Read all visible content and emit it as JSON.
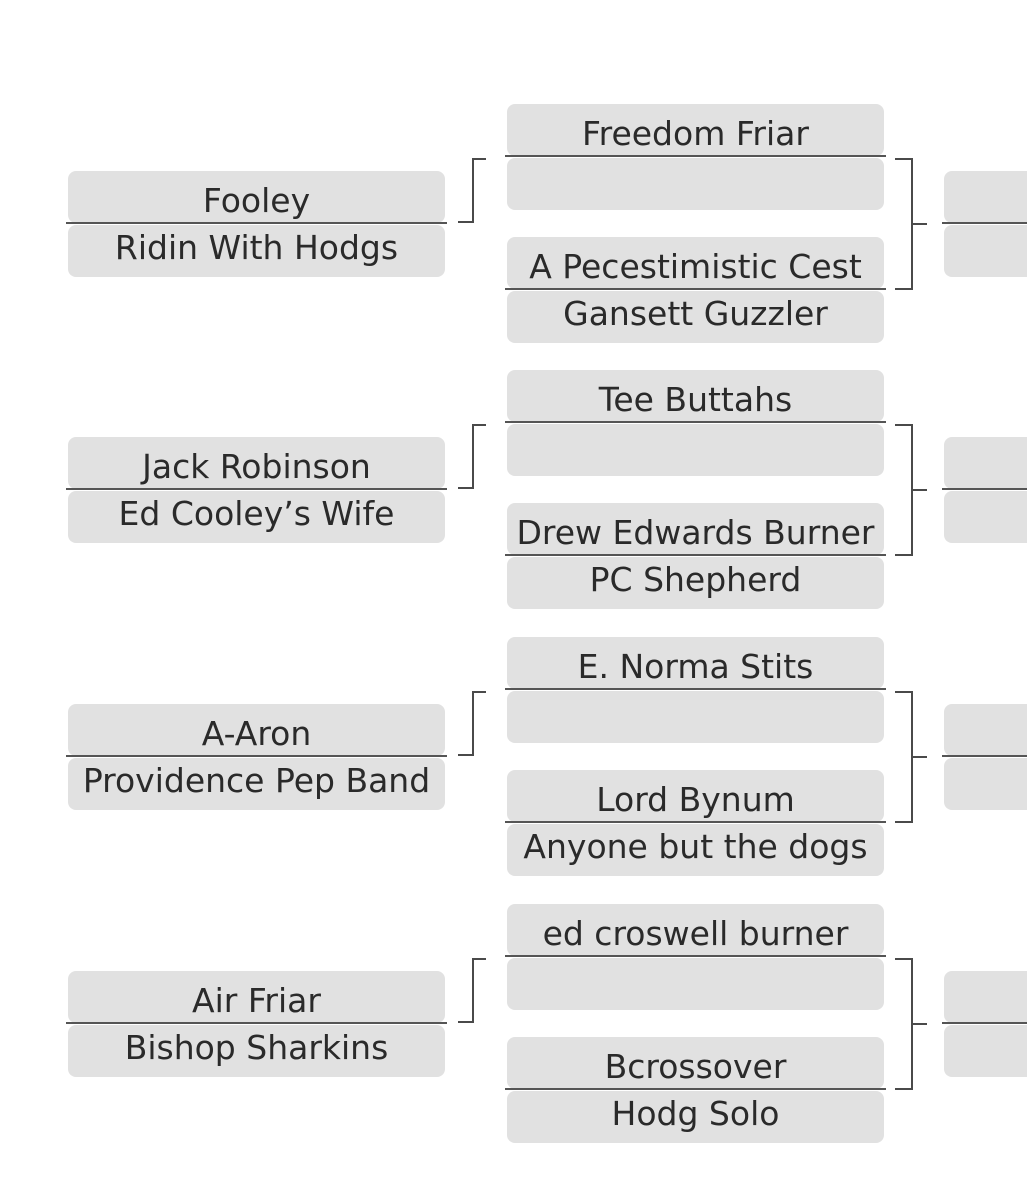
{
  "matchups": [
    {
      "first_round": {
        "top": "Fooley",
        "bottom": "Ridin With Hodgs"
      },
      "second_round": {
        "upper": {
          "top": "Freedom Friar",
          "bottom": ""
        },
        "lower": {
          "top": "A Pecestimistic Cest",
          "bottom": "Gansett Guzzler"
        }
      }
    },
    {
      "first_round": {
        "top": "Jack Robinson",
        "bottom": "Ed Cooley’s Wife"
      },
      "second_round": {
        "upper": {
          "top": "Tee Buttahs",
          "bottom": ""
        },
        "lower": {
          "top": "Drew Edwards Burner",
          "bottom": "PC Shepherd"
        }
      }
    },
    {
      "first_round": {
        "top": "A-Aron",
        "bottom": "Providence Pep Band"
      },
      "second_round": {
        "upper": {
          "top": "E. Norma Stits",
          "bottom": ""
        },
        "lower": {
          "top": "Lord Bynum",
          "bottom": "Anyone but the dogs"
        }
      }
    },
    {
      "first_round": {
        "top": "Air Friar",
        "bottom": "Bishop Sharkins"
      },
      "second_round": {
        "upper": {
          "top": "ed croswell burner",
          "bottom": ""
        },
        "lower": {
          "top": "Bcrossover",
          "bottom": "Hodg Solo"
        }
      }
    }
  ],
  "colors": {
    "slot_fill": "#e1e1e1",
    "divider": "#555555",
    "bracket_line": "#4a4a4a",
    "text": "#2a2a2a",
    "background": "#ffffff"
  }
}
